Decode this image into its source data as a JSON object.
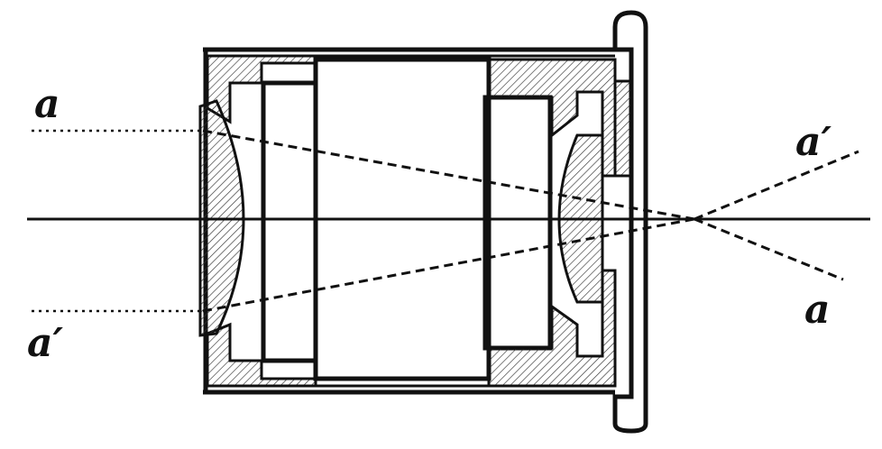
{
  "labels": {
    "ray_a_left": "a",
    "ray_a_prime_left": "a′",
    "ray_a_prime_right": "a′",
    "ray_a_right": "a"
  },
  "colors": {
    "ink": "#111111",
    "background": "#ffffff"
  }
}
